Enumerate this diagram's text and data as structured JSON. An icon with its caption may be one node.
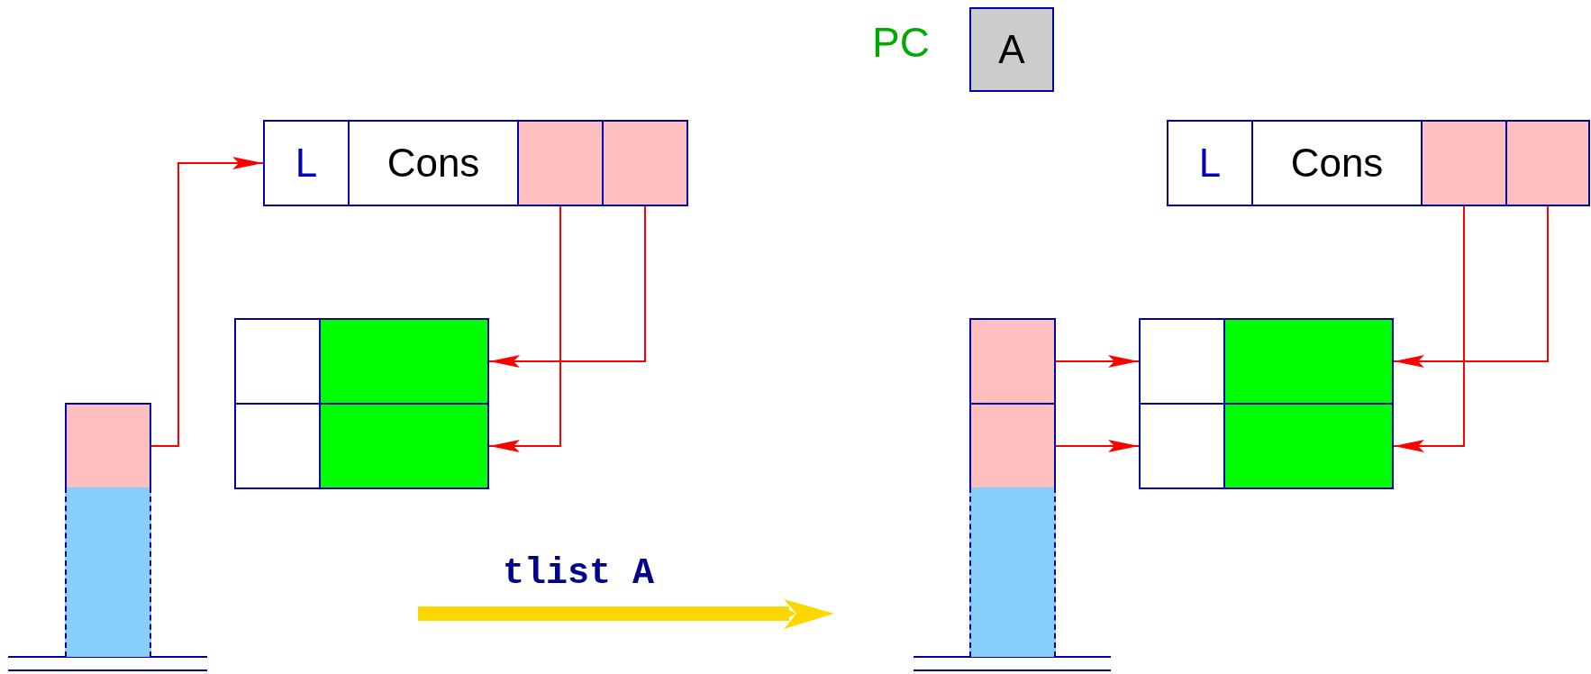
{
  "diagram": {
    "nodes": [
      {
        "text": [
          "A"
        ],
        "beside": [
          "PC"
        ]
      },
      {
        "text": [
          "L"
        ]
      },
      {
        "text": [
          "Cons"
        ]
      },
      {
        "text": [],
        "shape": "box"
      },
      {
        "text": [],
        "shape": "box"
      },
      {
        "text": [],
        "shape": "box"
      },
      {
        "text": [],
        "shape": "box"
      },
      {
        "text": [],
        "shape": "box"
      },
      {
        "text": [],
        "shape": "box"
      },
      {
        "text": [],
        "shape": "box"
      },
      {
        "text": [
          "L"
        ]
      },
      {
        "text": [
          "Cons"
        ]
      },
      {
        "text": [],
        "shape": "box"
      },
      {
        "text": [],
        "shape": "box"
      },
      {
        "text": [],
        "shape": "box"
      },
      {
        "text": [],
        "shape": "box"
      },
      {
        "text": [],
        "shape": "box"
      },
      {
        "text": [],
        "shape": "box"
      },
      {
        "text": [],
        "shape": "box"
      },
      {
        "text": [],
        "shape": "box"
      },
      {
        "text": [],
        "shape": "box"
      },
      {
        "text": [],
        "shape": "box"
      }
    ],
    "edges": [
      {
        "from": 9,
        "to": 1,
        "arrow": "to"
      },
      {
        "from": 3,
        "to": 8,
        "arrow": "to"
      },
      {
        "from": 4,
        "to": 6,
        "arrow": "to"
      },
      {
        "from": 14,
        "to": 16,
        "arrow": "to"
      },
      {
        "from": 15,
        "to": 18,
        "arrow": "to"
      },
      {
        "from": 12,
        "to": 19,
        "arrow": "to"
      },
      {
        "from": 13,
        "to": 17,
        "arrow": "to"
      }
    ],
    "labels": [
      "tlist A"
    ]
  }
}
